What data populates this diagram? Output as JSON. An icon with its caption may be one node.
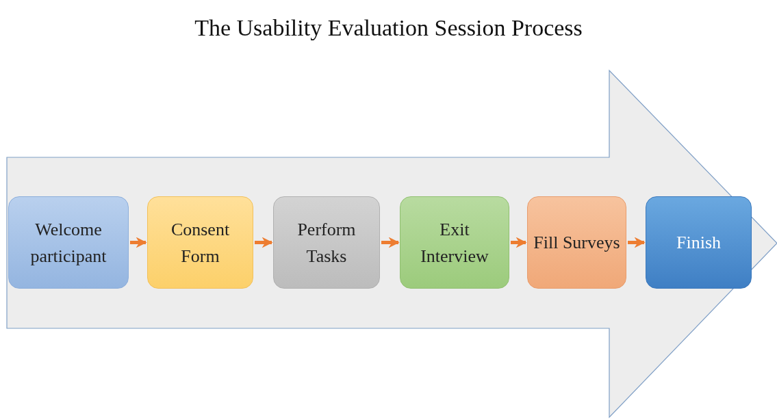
{
  "diagram": {
    "title": "The Usability Evaluation Session Process",
    "nodes": [
      {
        "text": [],
        "shape": "arrow"
      },
      {
        "text": [
          "Welcome participant"
        ],
        "in": 0
      },
      {
        "text": [
          "Consent Form"
        ],
        "in": 0
      },
      {
        "text": [
          "Perform Tasks"
        ],
        "in": 0
      },
      {
        "text": [
          "Exit Interview"
        ],
        "in": 0
      },
      {
        "text": [
          "Fill Surveys"
        ],
        "in": 0
      },
      {
        "text": [
          "Finish"
        ],
        "in": 0
      }
    ],
    "edges": [
      {
        "from": 1,
        "to": 2,
        "arrow": "to"
      },
      {
        "from": 2,
        "to": 3,
        "arrow": "to"
      },
      {
        "from": 3,
        "to": 4,
        "arrow": "to"
      },
      {
        "from": 4,
        "to": 5,
        "arrow": "to"
      },
      {
        "from": 5,
        "to": 6,
        "arrow": "to"
      }
    ]
  }
}
